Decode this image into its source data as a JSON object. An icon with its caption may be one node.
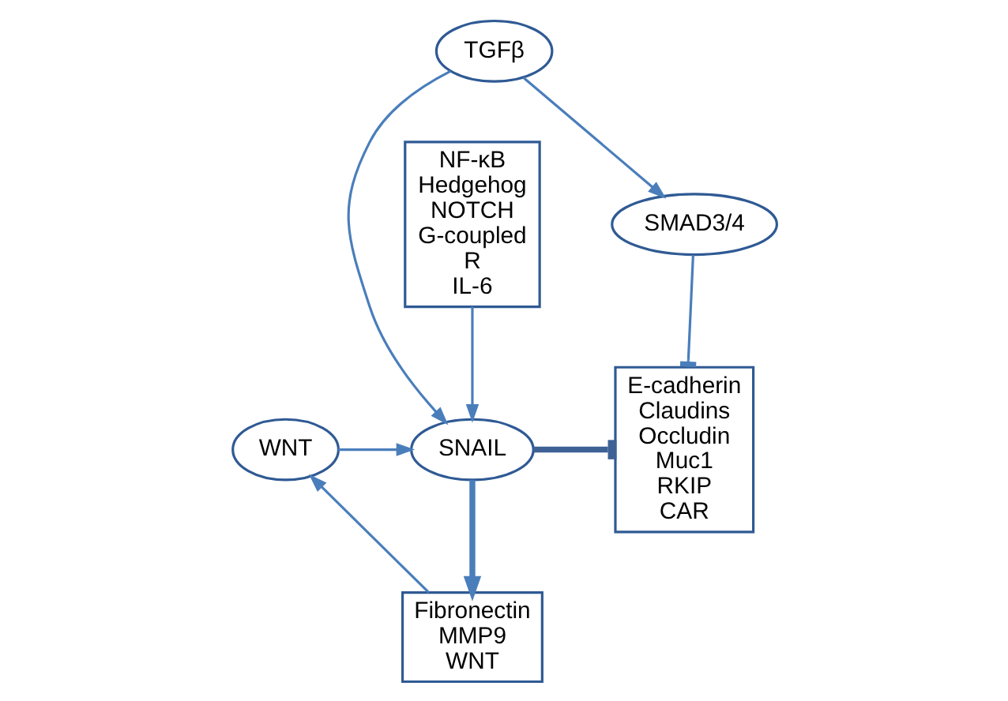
{
  "diagram": {
    "nodes": [
      {
        "text": [
          "TGFβ"
        ]
      },
      {
        "text": [
          "NF-κB Hedgehog NOTCH G-coupled R IL-6"
        ]
      },
      {
        "text": [
          "SMAD3/4"
        ]
      },
      {
        "text": [
          "SNAIL"
        ]
      },
      {
        "text": [
          "WNT"
        ]
      },
      {
        "text": [
          "E-cadherin Claudins Occludin Muc1 RKIP CAR"
        ]
      },
      {
        "text": [
          "Fibronectin MMP9 WNT"
        ]
      }
    ],
    "edges": [
      {
        "from": 0,
        "to": 2,
        "arrow": "to"
      },
      {
        "from": 0,
        "to": 3,
        "arrow": "to"
      },
      {
        "from": 1,
        "to": 3,
        "arrow": "to"
      },
      {
        "from": 2,
        "to": 5,
        "arrow": "other"
      },
      {
        "from": 4,
        "to": 3,
        "arrow": "to"
      },
      {
        "from": 3,
        "to": 5,
        "arrow": "other",
        "style": "thick",
        "color": "#3e6296"
      },
      {
        "from": 3,
        "to": 6,
        "arrow": "to",
        "style": "thick"
      },
      {
        "from": 6,
        "to": 4,
        "arrow": "to"
      }
    ]
  }
}
